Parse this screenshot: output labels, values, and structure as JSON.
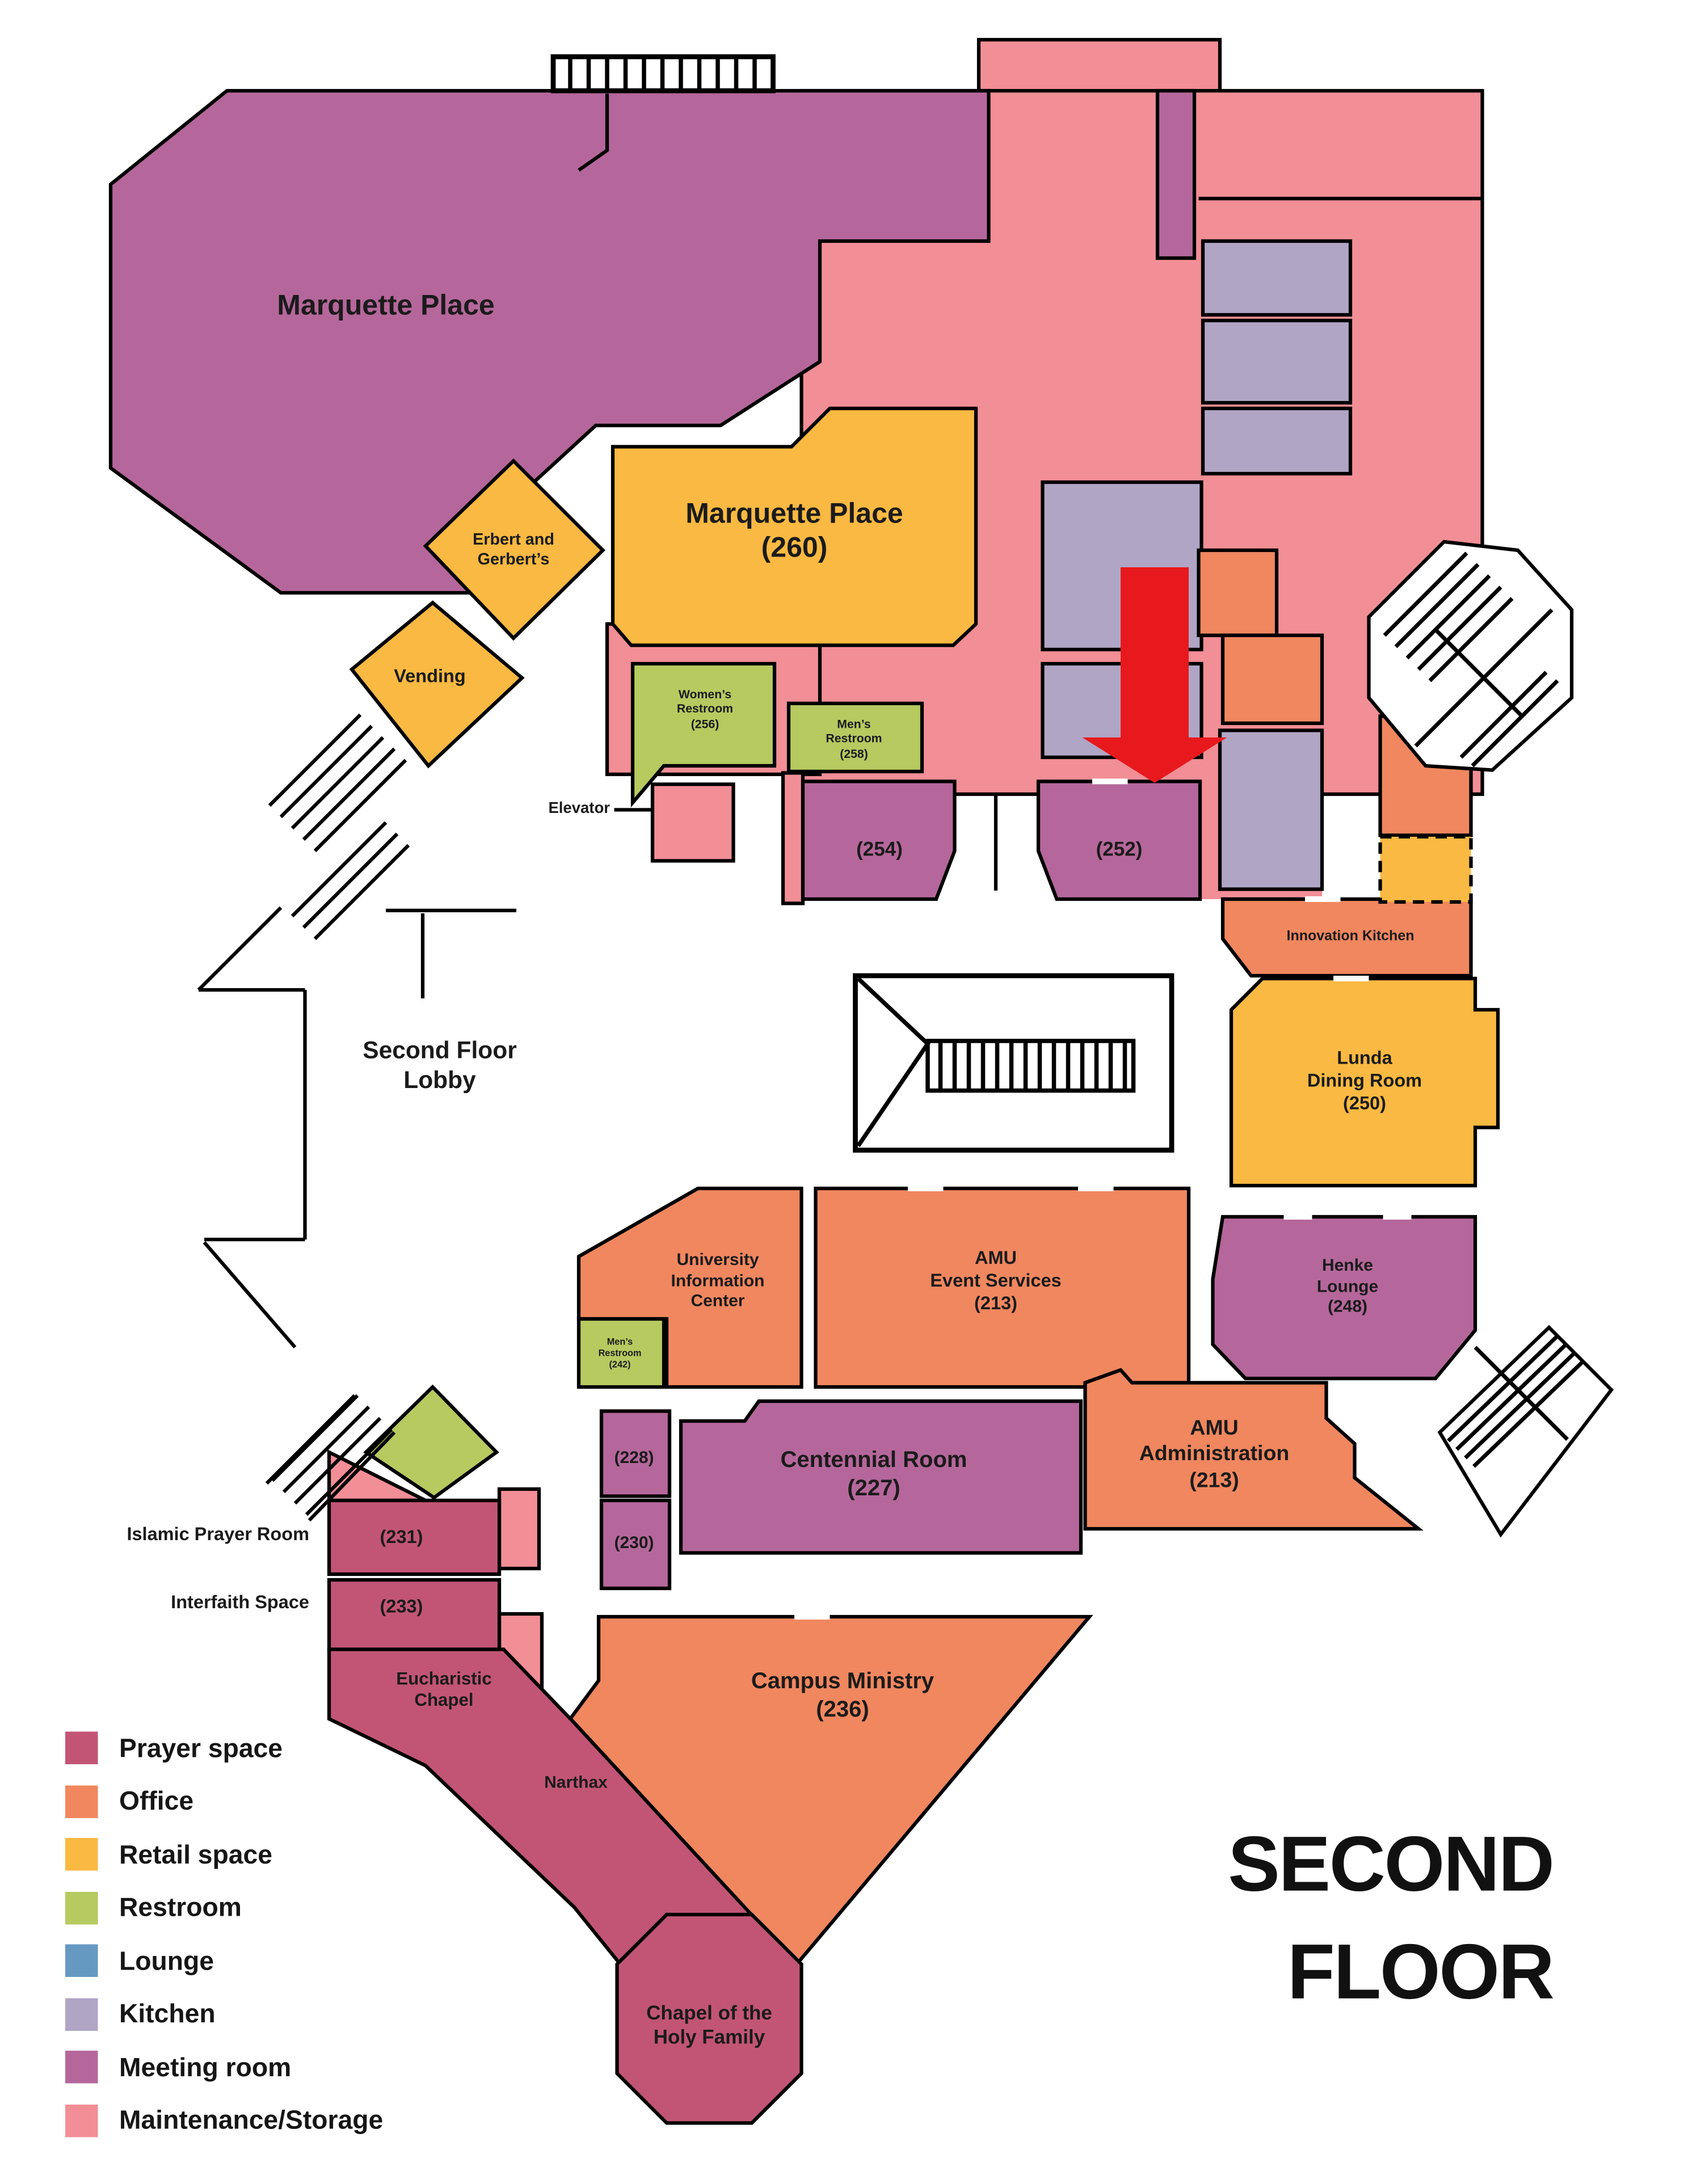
{
  "title": "SECOND\nFLOOR",
  "legend": {
    "items": [
      {
        "label": "Prayer space",
        "color": "#C25575"
      },
      {
        "label": "Office",
        "color": "#F0875F"
      },
      {
        "label": "Retail space",
        "color": "#F9B942"
      },
      {
        "label": "Restroom",
        "color": "#B6CA60"
      },
      {
        "label": "Lounge",
        "color": "#6699C2"
      },
      {
        "label": "Kitchen",
        "color": "#B0A5C5"
      },
      {
        "label": "Meeting room",
        "color": "#B5679B"
      },
      {
        "label": "Maintenance/Storage",
        "color": "#F28E96"
      }
    ]
  },
  "colors": {
    "prayer": "#C25575",
    "office": "#F0875F",
    "retail": "#F9B942",
    "restroom": "#B6CA60",
    "lounge": "#6699C2",
    "kitchen": "#B0A5C5",
    "meeting": "#B5679B",
    "maintenance": "#F28E96",
    "arrow": "#E8191C",
    "wall": "#000000"
  },
  "rooms": {
    "marquette_place": {
      "label": "Marquette Place"
    },
    "marquette_place_260": {
      "label": "Marquette Place\n(260)"
    },
    "erbert_gerberts": {
      "label": "Erbert and\nGerbert’s"
    },
    "vending": {
      "label": "Vending"
    },
    "womens_restroom_256": {
      "label": "Women’s\nRestroom\n(256)"
    },
    "mens_restroom_258": {
      "label": "Men’s\nRestroom\n(258)"
    },
    "elevator": {
      "label": "Elevator"
    },
    "room_254": {
      "label": "(254)"
    },
    "room_252": {
      "label": "(252)"
    },
    "innovation_kitchen": {
      "label": "Innovation Kitchen"
    },
    "lunda_dining_250": {
      "label": "Lunda\nDining Room\n(250)"
    },
    "henke_lounge_248": {
      "label": "Henke\nLounge\n(248)"
    },
    "second_floor_lobby": {
      "label": "Second Floor\nLobby"
    },
    "university_info_center": {
      "label": "University\nInformation\nCenter"
    },
    "mens_restroom_242": {
      "label": "Men’s\nRestroom\n(242)"
    },
    "amu_event_services": {
      "label": "AMU\nEvent Services\n(213)"
    },
    "room_228": {
      "label": "(228)"
    },
    "room_230": {
      "label": "(230)"
    },
    "centennial_room_227": {
      "label": "Centennial Room\n(227)"
    },
    "amu_administration": {
      "label": "AMU\nAdministration\n(213)"
    },
    "islamic_prayer_room": {
      "label": "Islamic Prayer Room"
    },
    "room_231": {
      "label": "(231)"
    },
    "interfaith_space": {
      "label": "Interfaith Space"
    },
    "room_233": {
      "label": "(233)"
    },
    "eucharistic_chapel": {
      "label": "Eucharistic\nChapel"
    },
    "narthax": {
      "label": "Narthax"
    },
    "campus_ministry_236": {
      "label": "Campus Ministry\n(236)"
    },
    "chapel_holy_family": {
      "label": "Chapel of the\nHoly Family"
    }
  }
}
